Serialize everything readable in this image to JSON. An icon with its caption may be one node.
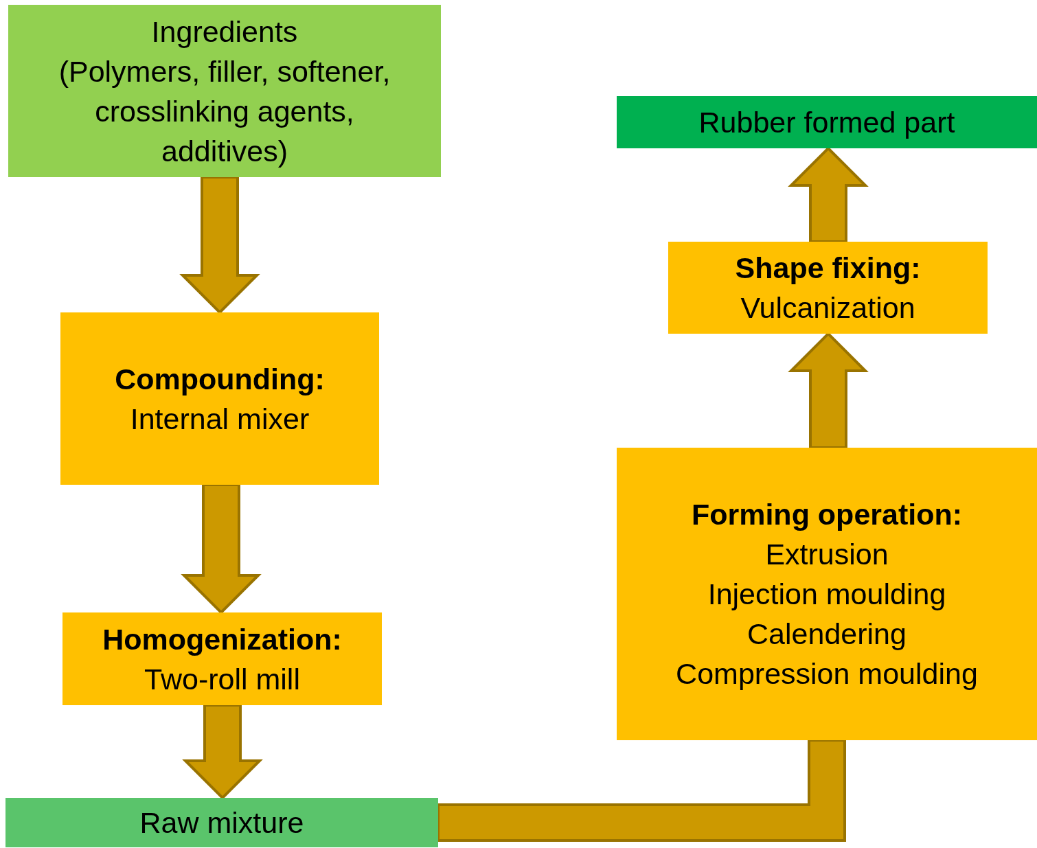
{
  "diagram": {
    "nodes": [
      {
        "text": [
          "Ingredients",
          "(Polymers, filler, softener, crosslinking agents, additives)"
        ]
      },
      {
        "text": [
          "Compounding:",
          "Internal mixer"
        ]
      },
      {
        "text": [
          "Homogenization:",
          "Two-roll mill"
        ]
      },
      {
        "text": [
          "Raw mixture"
        ]
      },
      {
        "text": [
          "Forming operation:",
          "Extrusion",
          "Injection moulding",
          "Calendering",
          "Compression moulding"
        ]
      },
      {
        "text": [
          "Shape fixing:",
          "Vulcanization"
        ]
      },
      {
        "text": [
          "Rubber formed part"
        ]
      }
    ],
    "edges": [
      {
        "from": 0,
        "to": 1,
        "arrow": "to"
      },
      {
        "from": 1,
        "to": 2,
        "arrow": "to"
      },
      {
        "from": 2,
        "to": 3,
        "arrow": "to"
      },
      {
        "from": 3,
        "to": 4,
        "arrow": "none"
      },
      {
        "from": 4,
        "to": 5,
        "arrow": "to"
      },
      {
        "from": 5,
        "to": 6,
        "arrow": "to"
      }
    ]
  }
}
